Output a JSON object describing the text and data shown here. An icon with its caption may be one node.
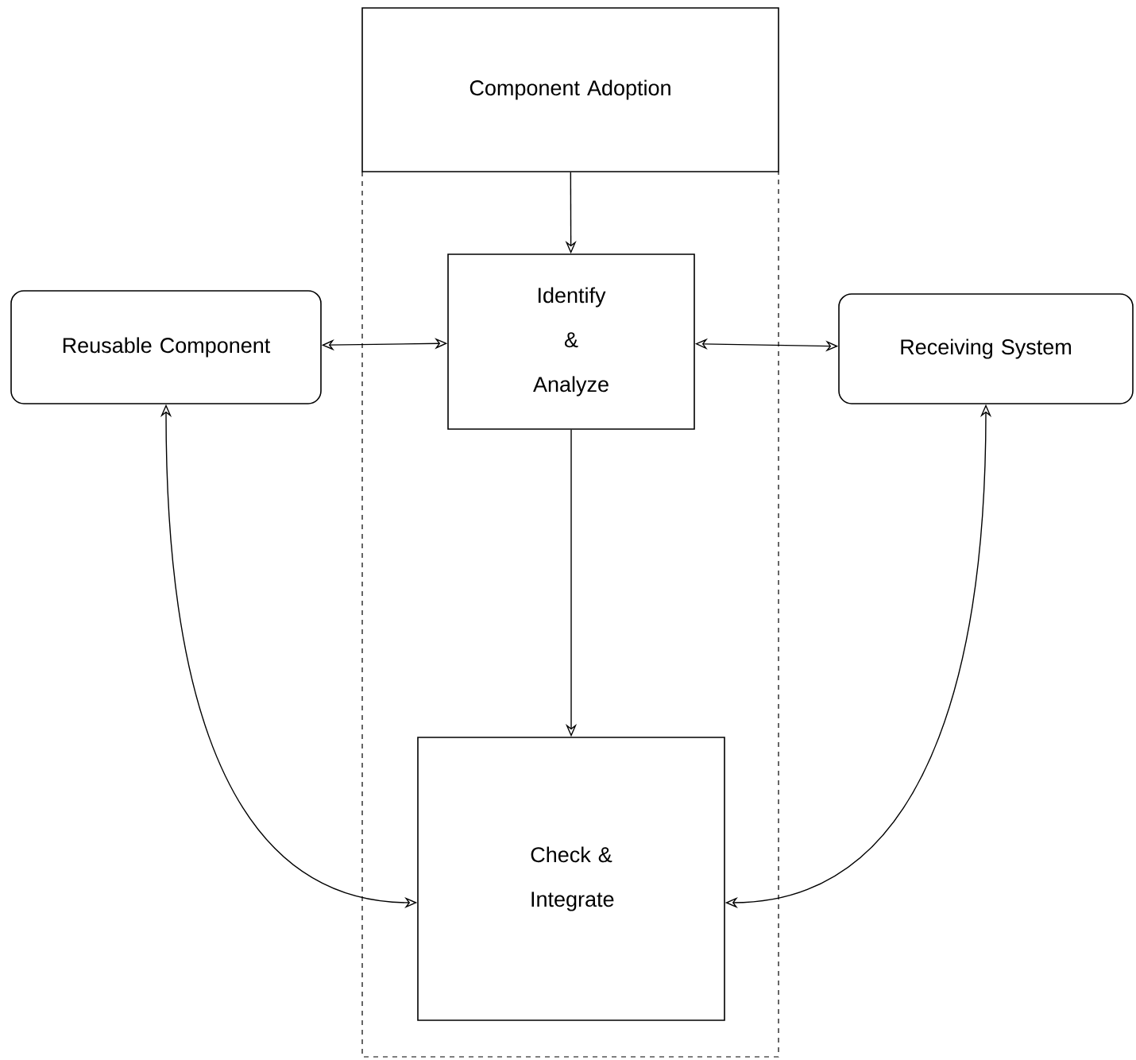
{
  "diagram": {
    "nodes": [
      {
        "text": [
          "Component Adoption"
        ]
      },
      {
        "text": [
          "Reusable Component"
        ]
      },
      {
        "text": [
          "Identify & Analyze"
        ]
      },
      {
        "text": [
          "Receiving System"
        ]
      },
      {
        "text": [
          "Check & Integrate"
        ]
      }
    ],
    "edges": [
      {
        "from": 0,
        "to": 2,
        "arrow": "to"
      },
      {
        "from": 1,
        "to": 2,
        "arrow": "both"
      },
      {
        "from": 2,
        "to": 3,
        "arrow": "both"
      },
      {
        "from": 2,
        "to": 4,
        "arrow": "to"
      },
      {
        "from": 1,
        "to": 4,
        "arrow": "both"
      },
      {
        "from": 3,
        "to": 4,
        "arrow": "both"
      }
    ]
  }
}
